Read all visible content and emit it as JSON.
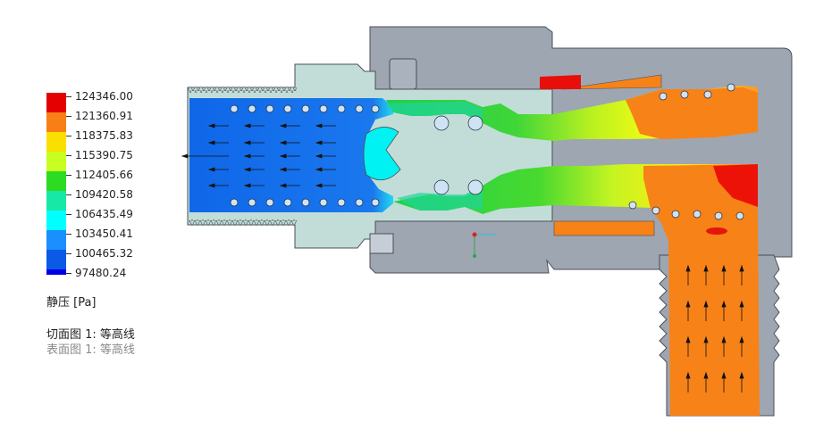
{
  "legend": {
    "colors": [
      "#e8000b",
      "#ff7f0e",
      "#ffbf00",
      "#ffff00",
      "#9dff2f",
      "#27d822",
      "#00e0b8",
      "#00ffff",
      "#0099ff",
      "#0055e0",
      "#0000ff"
    ],
    "cell_colors": [
      "#e40000",
      "#f77f16",
      "#f9c31a",
      "#ffff00",
      "#a8ff35",
      "#2cdb22",
      "#16e6a0",
      "#00ffff",
      "#1aa3ff",
      "#1060e6",
      "#0000e8"
    ],
    "labels": [
      "124346.00",
      "121360.91",
      "118375.83",
      "115390.75",
      "112405.66",
      "109420.58",
      "106435.49",
      "103450.41",
      "100465.32",
      "97480.24"
    ]
  },
  "unit_label": "静压 [Pa]",
  "plot_lines": [
    "切面图 1: 等高线",
    "表面图 1: 等高线"
  ],
  "theme": {
    "solid_gray": "#9ba3b0",
    "light_body": "#bfdcd6",
    "outline": "#4a4f57"
  }
}
